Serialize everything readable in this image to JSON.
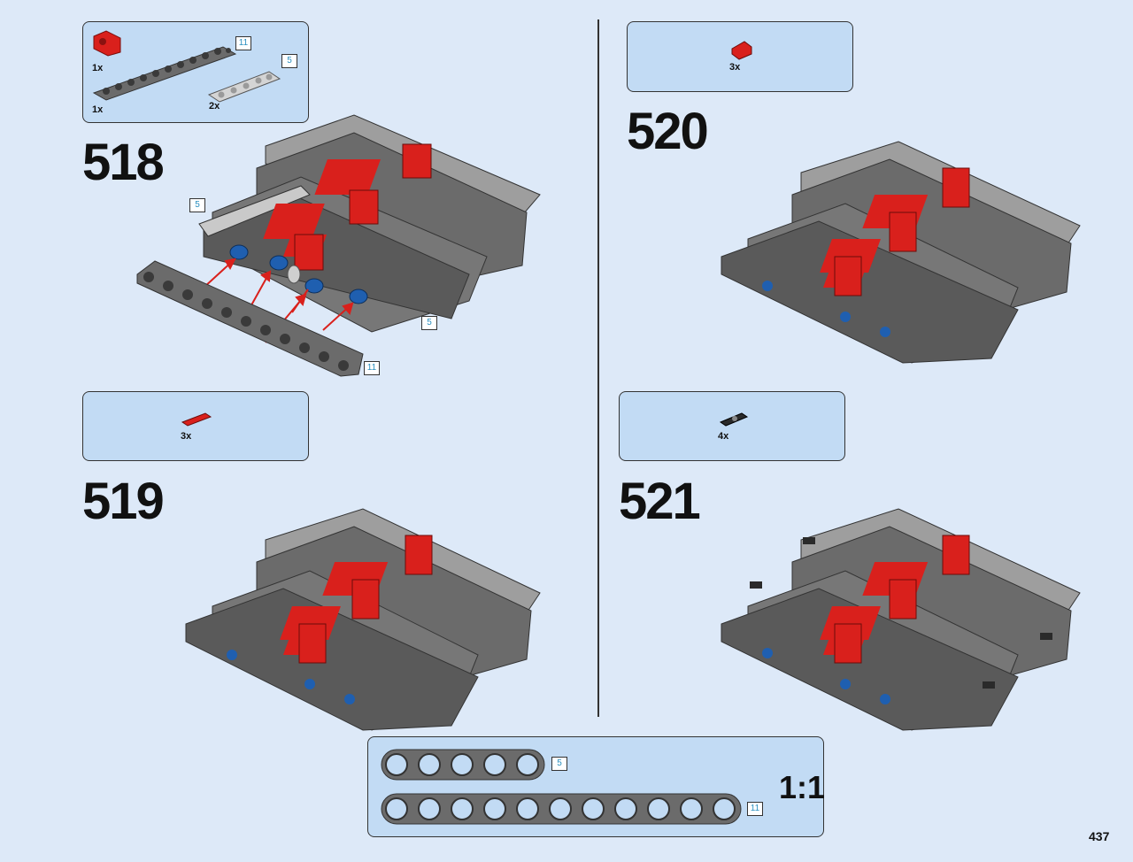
{
  "page_number": "437",
  "scale_label": "1:1",
  "steps": [
    {
      "number": "518",
      "parts": [
        {
          "qty": "1x",
          "part": "red-connector-icon"
        },
        {
          "qty": "1x",
          "part": "dark-gray-beam-11-icon",
          "length": "11"
        },
        {
          "qty": "2x",
          "part": "light-gray-beam-5-icon",
          "length": "5"
        }
      ],
      "model_labels": [
        "5",
        "5",
        "11"
      ]
    },
    {
      "number": "519",
      "parts": [
        {
          "qty": "3x",
          "part": "red-axle-icon"
        }
      ]
    },
    {
      "number": "520",
      "parts": [
        {
          "qty": "3x",
          "part": "red-bush-icon"
        }
      ]
    },
    {
      "number": "521",
      "parts": [
        {
          "qty": "4x",
          "part": "black-pin-icon"
        }
      ]
    }
  ],
  "ruler": {
    "beams": [
      {
        "length": "5"
      },
      {
        "length": "11"
      }
    ]
  },
  "colors": {
    "background": "#dde9f8",
    "callout": "#c2dbf4",
    "red": "#d9201c",
    "dark_gray": "#6b6b6b",
    "light_gray": "#bdbdbd",
    "blue": "#1f5fb0",
    "length_text": "#2a8fbf"
  }
}
